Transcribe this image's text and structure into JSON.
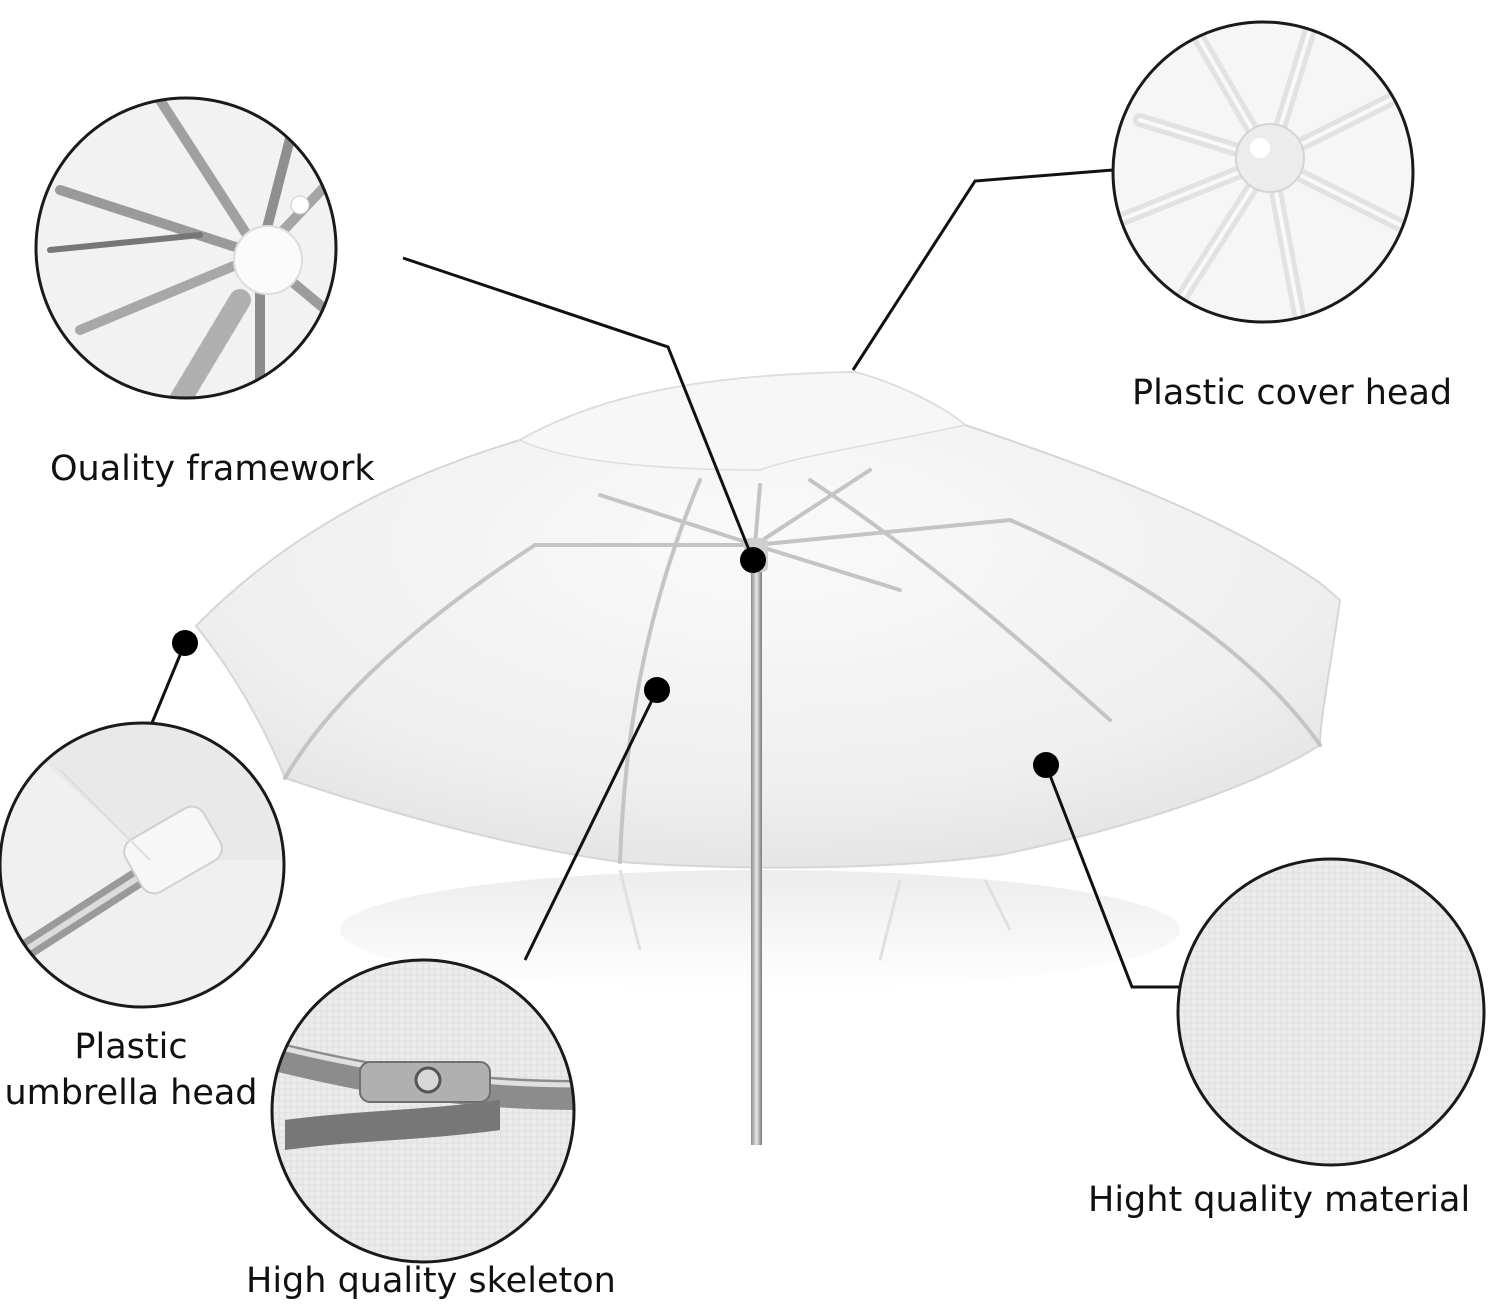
{
  "colors": {
    "background": "#ffffff",
    "canopy": "#f2f2f2",
    "canopy_shadow": "#dcdcdc",
    "rib": "#b8b8b8",
    "callout_line": "#111111",
    "marker": "#000000",
    "circle_border": "#1a1a1a"
  },
  "callouts": {
    "framework": {
      "label": "Ouality framework"
    },
    "cover_head": {
      "label": "Plastic cover head"
    },
    "umbrella_head": {
      "label_line1": "Plastic",
      "label_line2": "umbrella head"
    },
    "skeleton": {
      "label": "High quality skeleton"
    },
    "material": {
      "label": "Hight quality material"
    }
  }
}
